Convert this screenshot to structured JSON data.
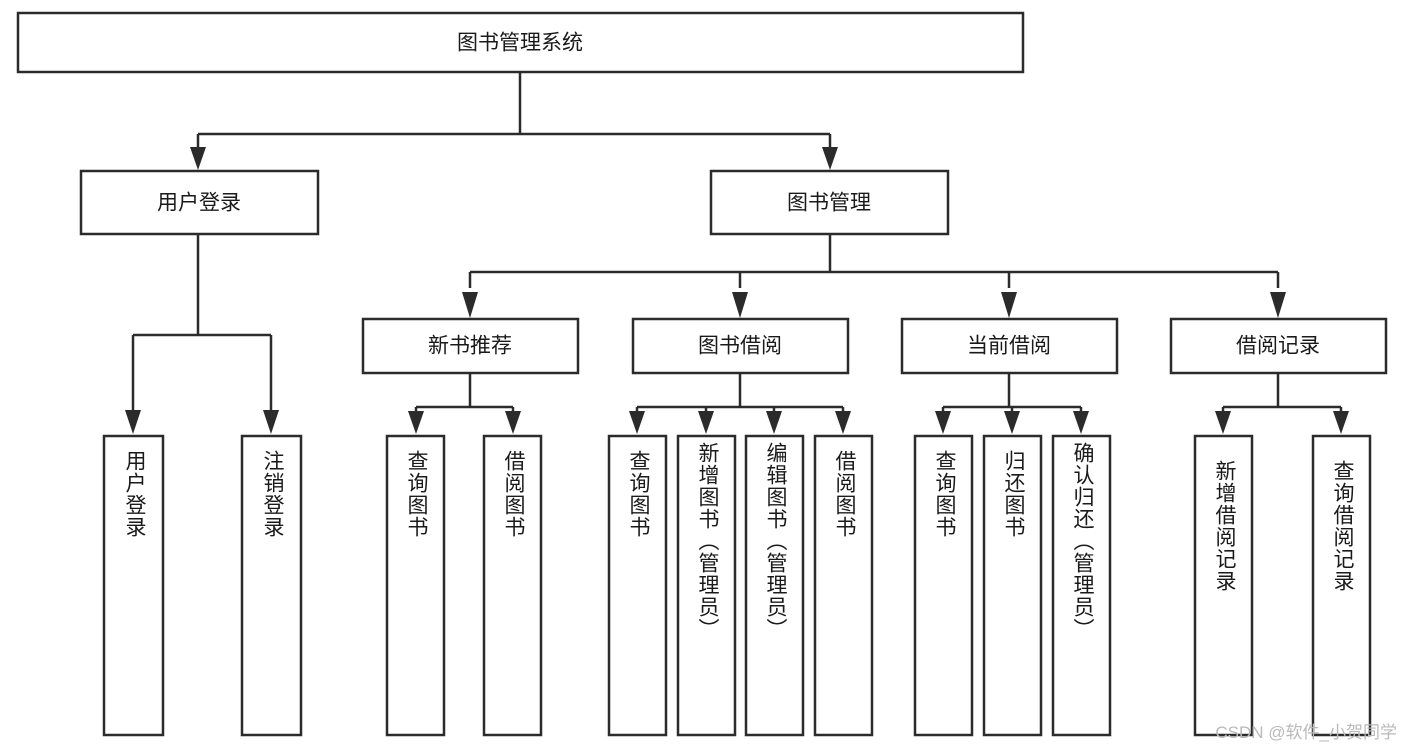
{
  "diagram": {
    "title": "图书管理系统",
    "type": "tree",
    "watermark": "CSDN @软件_小贺同学",
    "colors": {
      "stroke": "#2b2b2b",
      "fill": "#ffffff",
      "text": "#1a1a1a",
      "watermark": "#b9b9b9"
    },
    "levels": {
      "root": {
        "label": "图书管理系统"
      },
      "level2": [
        {
          "label": "用户登录"
        },
        {
          "label": "图书管理"
        }
      ],
      "level3": [
        {
          "label": "新书推荐"
        },
        {
          "label": "图书借阅"
        },
        {
          "label": "当前借阅"
        },
        {
          "label": "借阅记录"
        }
      ],
      "level4": [
        {
          "label": "用户登录"
        },
        {
          "label": "注销登录"
        },
        {
          "label": "查询图书"
        },
        {
          "label": "借阅图书"
        },
        {
          "label": "查询图书"
        },
        {
          "label": "新增图书（管理员）"
        },
        {
          "label": "编辑图书（管理员）"
        },
        {
          "label": "借阅图书"
        },
        {
          "label": "查询图书"
        },
        {
          "label": "归还图书"
        },
        {
          "label": "确认归还（管理员）"
        },
        {
          "label": "新增借阅记录"
        },
        {
          "label": "查询借阅记录"
        }
      ]
    }
  },
  "chart_data": {
    "type": "diagram-tree",
    "title": "图书管理系统",
    "nodes": [
      {
        "id": "root",
        "label": "图书管理系统",
        "level": 1,
        "parent": null
      },
      {
        "id": "n2a",
        "label": "用户登录",
        "level": 2,
        "parent": "root"
      },
      {
        "id": "n2b",
        "label": "图书管理",
        "level": 2,
        "parent": "root"
      },
      {
        "id": "n3a",
        "label": "新书推荐",
        "level": 3,
        "parent": "n2b"
      },
      {
        "id": "n3b",
        "label": "图书借阅",
        "level": 3,
        "parent": "n2b"
      },
      {
        "id": "n3c",
        "label": "当前借阅",
        "level": 3,
        "parent": "n2b"
      },
      {
        "id": "n3d",
        "label": "借阅记录",
        "level": 3,
        "parent": "n2b"
      },
      {
        "id": "l1",
        "label": "用户登录",
        "level": 4,
        "parent": "n2a"
      },
      {
        "id": "l2",
        "label": "注销登录",
        "level": 4,
        "parent": "n2a"
      },
      {
        "id": "l3",
        "label": "查询图书",
        "level": 4,
        "parent": "n3a"
      },
      {
        "id": "l4",
        "label": "借阅图书",
        "level": 4,
        "parent": "n3a"
      },
      {
        "id": "l5",
        "label": "查询图书",
        "level": 4,
        "parent": "n3b"
      },
      {
        "id": "l6",
        "label": "新增图书（管理员）",
        "level": 4,
        "parent": "n3b"
      },
      {
        "id": "l7",
        "label": "编辑图书（管理员）",
        "level": 4,
        "parent": "n3b"
      },
      {
        "id": "l8",
        "label": "借阅图书",
        "level": 4,
        "parent": "n3b"
      },
      {
        "id": "l9",
        "label": "查询图书",
        "level": 4,
        "parent": "n3c"
      },
      {
        "id": "l10",
        "label": "归还图书",
        "level": 4,
        "parent": "n3c"
      },
      {
        "id": "l11",
        "label": "确认归还（管理员）",
        "level": 4,
        "parent": "n3c"
      },
      {
        "id": "l12",
        "label": "新增借阅记录",
        "level": 4,
        "parent": "n3d"
      },
      {
        "id": "l13",
        "label": "查询借阅记录",
        "level": 4,
        "parent": "n3d"
      }
    ]
  }
}
